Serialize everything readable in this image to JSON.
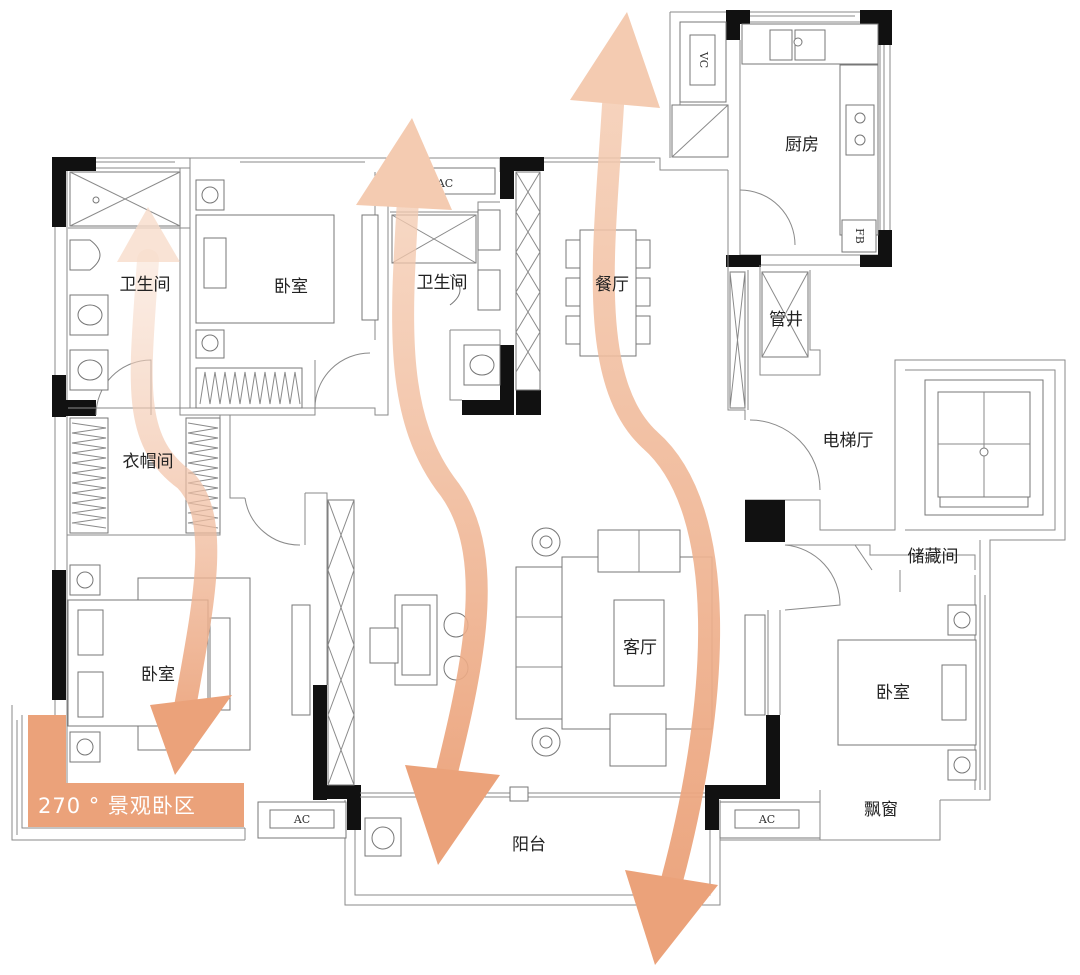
{
  "colors": {
    "accent": "#eba27a",
    "accent_light": "#f4cbb1",
    "wall": "#111111",
    "line": "#777777"
  },
  "rooms": {
    "kitchen": "厨房",
    "bathroom_left": "卫生间",
    "bathroom_center": "卫生间",
    "bedroom_top": "卧室",
    "dining": "餐厅",
    "pipe_shaft": "管井",
    "elevator_hall": "电梯厅",
    "walk_in_closet": "衣帽间",
    "storage": "储藏间",
    "living": "客厅",
    "bedroom_left": "卧室",
    "bedroom_right": "卧室",
    "bay_window": "飘窗",
    "balcony": "阳台"
  },
  "fixtures": {
    "ac_top": "AC",
    "ac_bottom_left": "AC",
    "ac_bottom_right": "AC",
    "vc": "VC",
    "fb": "FB"
  },
  "badge": {
    "text": "270 ° 景观卧区"
  }
}
